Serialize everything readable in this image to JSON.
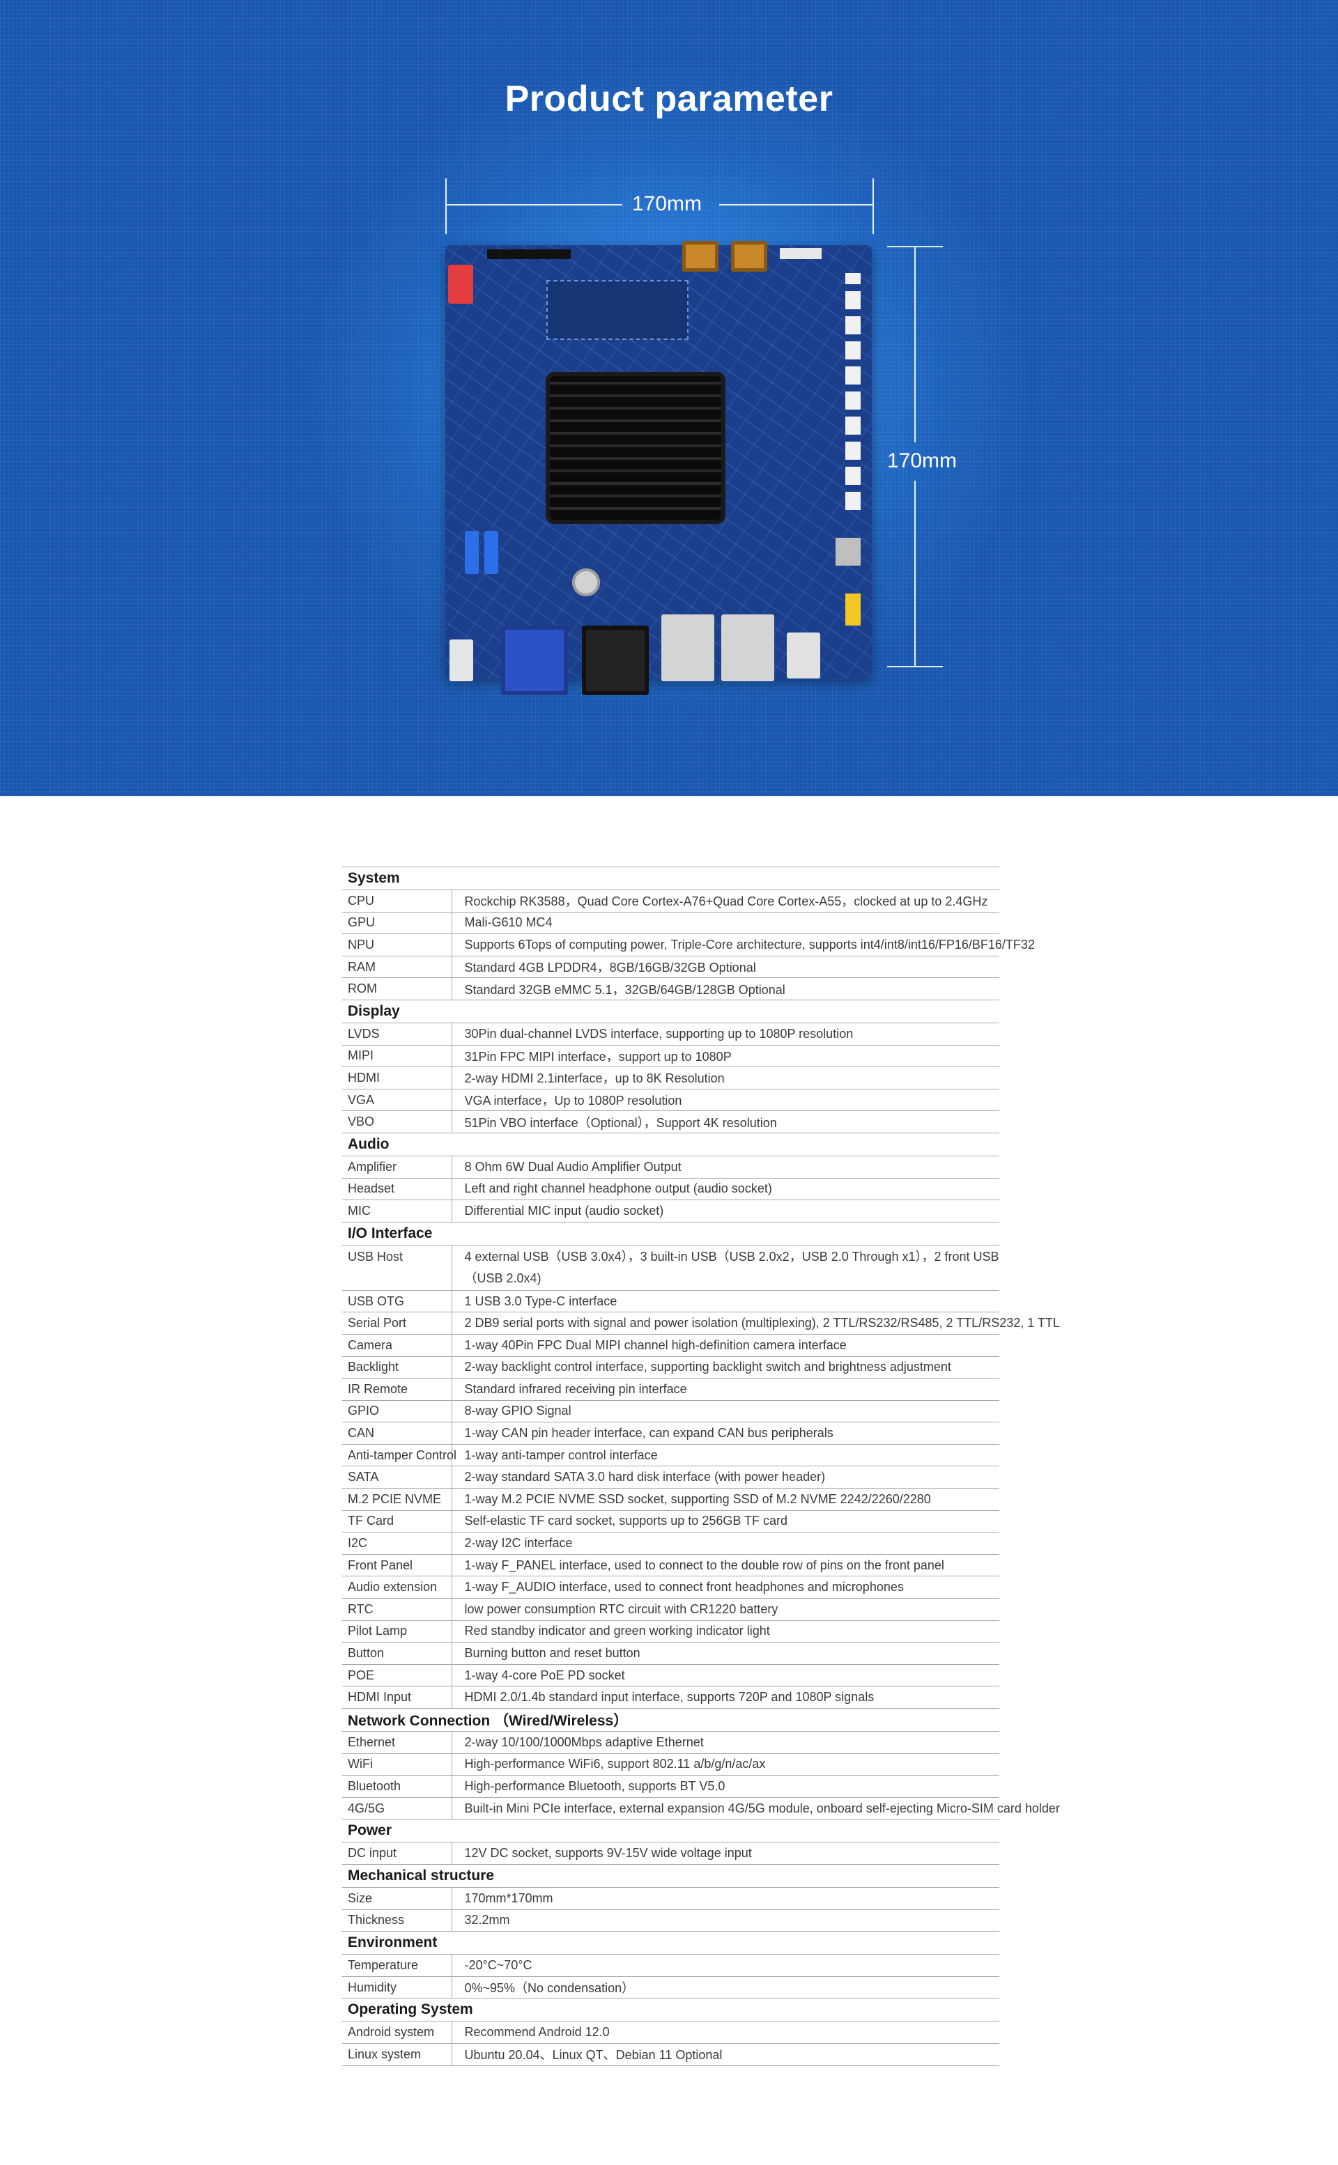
{
  "hero": {
    "title": "Product parameter",
    "width_label": "170mm",
    "height_label": "170mm",
    "board_image": "mainboard-photo"
  },
  "spec": [
    {
      "section": "System",
      "rows": [
        {
          "k": "CPU",
          "v": "Rockchip RK3588，Quad Core Cortex-A76+Quad Core Cortex-A55，clocked at up to 2.4GHz"
        },
        {
          "k": "GPU",
          "v": "Mali-G610 MC4"
        },
        {
          "k": "NPU",
          "v": "Supports 6Tops of computing power, Triple-Core architecture, supports int4/int8/int16/FP16/BF16/TF32"
        },
        {
          "k": "RAM",
          "v": "Standard 4GB LPDDR4，8GB/16GB/32GB Optional"
        },
        {
          "k": "ROM",
          "v": "Standard 32GB eMMC 5.1，32GB/64GB/128GB Optional"
        }
      ]
    },
    {
      "section": "Display",
      "rows": [
        {
          "k": "LVDS",
          "v": "30Pin dual-channel LVDS interface, supporting up to 1080P resolution"
        },
        {
          "k": "MIPI",
          "v": "31Pin FPC MIPI interface，support up to 1080P"
        },
        {
          "k": "HDMI",
          "v": "2-way HDMI 2.1interface，up to 8K Resolution"
        },
        {
          "k": "VGA",
          "v": "VGA interface，Up to 1080P resolution"
        },
        {
          "k": "VBO",
          "v": "51Pin VBO interface（Optional），Support 4K resolution"
        }
      ]
    },
    {
      "section": "Audio",
      "rows": [
        {
          "k": "Amplifier",
          "v": "8 Ohm 6W Dual Audio Amplifier Output"
        },
        {
          "k": "Headset",
          "v": "Left and right channel headphone output (audio socket)"
        },
        {
          "k": "MIC",
          "v": "Differential MIC input (audio socket)"
        }
      ]
    },
    {
      "section": "I/O Interface",
      "rows": [
        {
          "k": "USB Host",
          "v": "4 external USB（USB 3.0x4），3 built-in USB（USB 2.0x2，USB 2.0 Through x1），2 front USB（USB 2.0x4)"
        },
        {
          "k": "USB OTG",
          "v": "1 USB 3.0 Type-C interface"
        },
        {
          "k": "Serial Port",
          "v": "2 DB9 serial ports with signal and power isolation (multiplexing), 2 TTL/RS232/RS485, 2 TTL/RS232, 1 TTL"
        },
        {
          "k": "Camera",
          "v": "1-way 40Pin FPC Dual MIPI channel high-definition camera interface"
        },
        {
          "k": "Backlight",
          "v": "2-way backlight control interface, supporting backlight switch and brightness adjustment"
        },
        {
          "k": "IR Remote",
          "v": "Standard infrared receiving pin interface"
        },
        {
          "k": "GPIO",
          "v": "8-way GPIO Signal"
        },
        {
          "k": "CAN",
          "v": "1-way CAN pin header interface, can expand CAN bus peripherals"
        },
        {
          "k": "Anti-tamper Control",
          "v": "1-way anti-tamper control interface"
        },
        {
          "k": "SATA",
          "v": "2-way standard SATA 3.0 hard disk interface (with power header)"
        },
        {
          "k": "M.2 PCIE NVME",
          "v": "1-way M.2 PCIE NVME SSD socket, supporting SSD of M.2 NVME 2242/2260/2280"
        },
        {
          "k": "TF Card",
          "v": "Self-elastic TF card socket, supports up to 256GB TF card"
        },
        {
          "k": "I2C",
          "v": "2-way I2C interface"
        },
        {
          "k": "Front Panel",
          "v": "1-way F_PANEL interface, used to connect to the double row of pins on the front panel"
        },
        {
          "k": "Audio extension",
          "v": "1-way F_AUDIO interface, used to connect front headphones and microphones"
        },
        {
          "k": "RTC",
          "v": "low power consumption RTC circuit with CR1220 battery"
        },
        {
          "k": "Pilot Lamp",
          "v": "Red standby indicator and green working indicator light"
        },
        {
          "k": "Button",
          "v": "Burning button and reset button"
        },
        {
          "k": "POE",
          "v": "1-way 4-core PoE PD socket"
        },
        {
          "k": "HDMI Input",
          "v": "HDMI 2.0/1.4b standard input interface, supports 720P and 1080P signals"
        }
      ]
    },
    {
      "section": "Network Connection （Wired/Wireless）",
      "rows": [
        {
          "k": "Ethernet",
          "v": "2-way 10/100/1000Mbps adaptive Ethernet"
        },
        {
          "k": "WiFi",
          "v": "High-performance WiFi6, support 802.11 a/b/g/n/ac/ax"
        },
        {
          "k": "Bluetooth",
          "v": "High-performance Bluetooth, supports BT V5.0"
        },
        {
          "k": "4G/5G",
          "v": "Built-in Mini PCIe interface, external expansion 4G/5G module, onboard self-ejecting Micro-SIM card holder"
        }
      ]
    },
    {
      "section": "Power",
      "rows": [
        {
          "k": "DC input",
          "v": "12V DC socket, supports 9V-15V wide voltage input"
        }
      ]
    },
    {
      "section": "Mechanical structure",
      "rows": [
        {
          "k": "Size",
          "v": "170mm*170mm"
        },
        {
          "k": "Thickness",
          "v": "32.2mm"
        }
      ]
    },
    {
      "section": "Environment",
      "rows": [
        {
          "k": "Temperature",
          "v": "-20°C~70°C"
        },
        {
          "k": "Humidity",
          "v": "0%~95%（No condensation）"
        }
      ]
    },
    {
      "section": "Operating System",
      "rows": [
        {
          "k": "Android system",
          "v": "Recommend Android 12.0"
        },
        {
          "k": "Linux system",
          "v": "Ubuntu 20.04、Linux QT、Debian 11 Optional"
        }
      ]
    }
  ]
}
